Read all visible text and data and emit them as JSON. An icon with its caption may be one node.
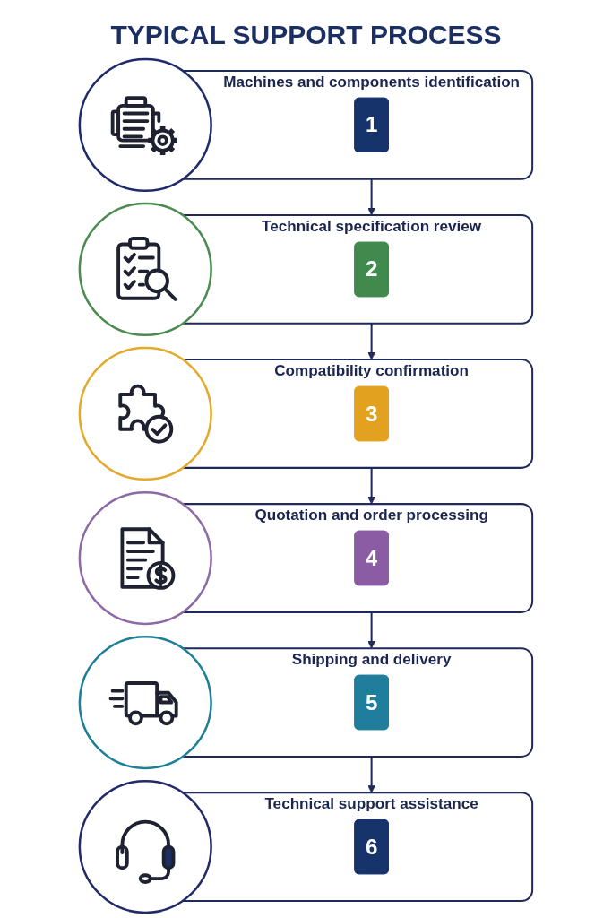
{
  "diagram": {
    "title": "TYPICAL SUPPORT PROCESS",
    "nodes": [
      {
        "text": [
          "Machines and components identification"
        ]
      },
      {
        "text": [
          "1"
        ],
        "in": 0
      },
      {
        "text": [
          "Technical specification review"
        ]
      },
      {
        "text": [
          "2"
        ],
        "in": 2
      },
      {
        "text": [
          "Compatibility confirmation"
        ]
      },
      {
        "text": [
          "3"
        ],
        "in": 4
      },
      {
        "text": [
          "Quotation and order processing"
        ]
      },
      {
        "text": [
          "4"
        ],
        "in": 6
      },
      {
        "text": [
          "Shipping and delivery"
        ]
      },
      {
        "text": [
          "5"
        ],
        "in": 8
      },
      {
        "text": [
          "Technical support assistance"
        ]
      },
      {
        "text": [
          "6"
        ],
        "in": 10
      }
    ],
    "edges": [
      {
        "from": 0,
        "to": 2,
        "arrow": "to"
      },
      {
        "from": 2,
        "to": 4,
        "arrow": "to"
      },
      {
        "from": 4,
        "to": 6,
        "arrow": "to"
      },
      {
        "from": 6,
        "to": 8,
        "arrow": "to"
      },
      {
        "from": 8,
        "to": 10,
        "arrow": "to"
      }
    ]
  }
}
